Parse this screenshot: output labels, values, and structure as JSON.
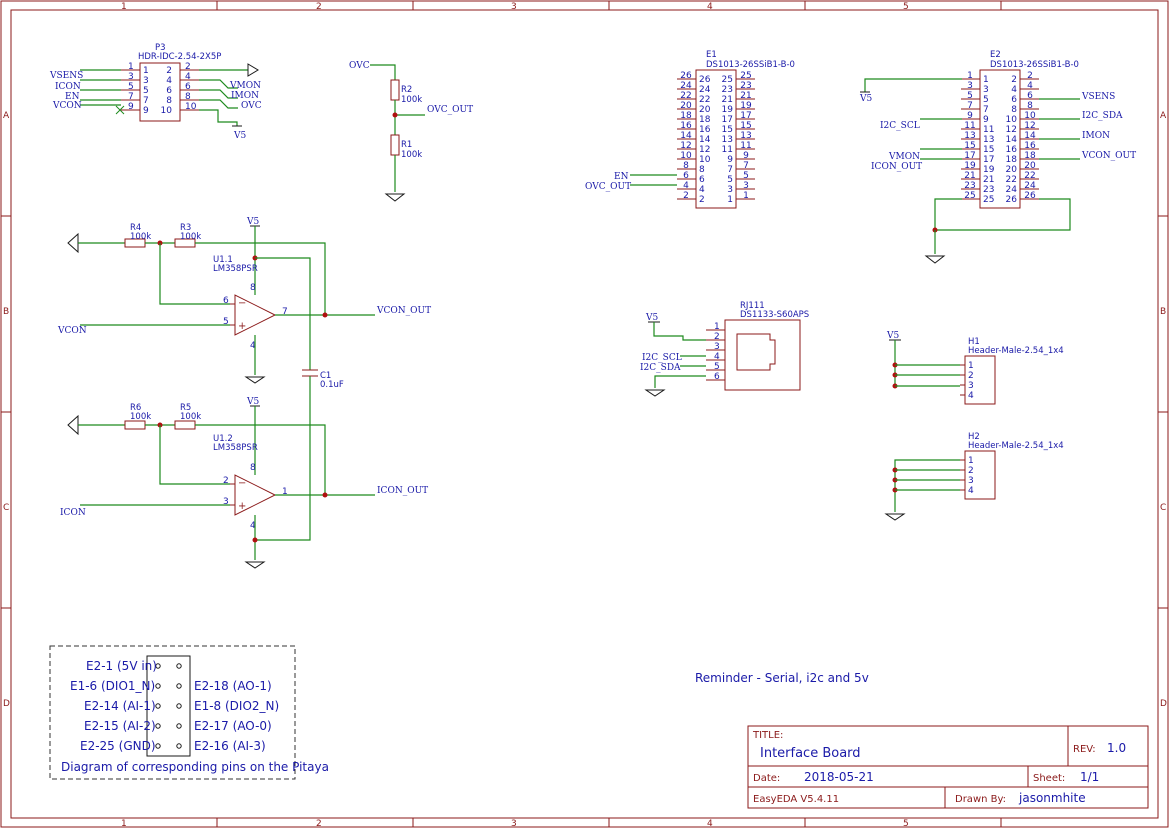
{
  "frame": {
    "columns": [
      "1",
      "2",
      "3",
      "4",
      "5"
    ],
    "rows": [
      "A",
      "B",
      "C",
      "D"
    ]
  },
  "title_block": {
    "title_caption": "TITLE:",
    "title": "Interface Board",
    "rev_caption": "REV:",
    "rev": "1.0",
    "date_caption": "Date:",
    "date": "2018-05-21",
    "sheet_caption": "Sheet:",
    "sheet": "1/1",
    "tool": "EasyEDA V5.4.11",
    "drawn_caption": "Drawn By:",
    "drawn_by": "jasonmhite"
  },
  "reminder": "Reminder - Serial, i2c and 5v",
  "p3": {
    "ref": "P3",
    "value": "HDR-IDC-2.54-2X5P",
    "left_pins": [
      "1",
      "3",
      "5",
      "7",
      "9"
    ],
    "right_pins": [
      "2",
      "4",
      "6",
      "8",
      "10"
    ],
    "left_nets": [
      "VSENS",
      "ICON",
      "EN",
      "VCON"
    ],
    "right_nets": [
      "VMON",
      "IMON",
      "OVC"
    ],
    "v5": "V5"
  },
  "divider": {
    "top_net": "OVC",
    "out_net": "OVC_OUT",
    "r2_ref": "R2",
    "r2_val": "100k",
    "r1_ref": "R1",
    "r1_val": "100k"
  },
  "e1": {
    "ref": "E1",
    "value": "DS1013-26SSiB1-B-0",
    "outer_left": [
      "26",
      "24",
      "22",
      "20",
      "18",
      "16",
      "14",
      "12",
      "10",
      "8",
      "6",
      "4",
      "2"
    ],
    "inner_left": [
      "26",
      "24",
      "22",
      "20",
      "18",
      "16",
      "14",
      "12",
      "10",
      "8",
      "6",
      "4",
      "2"
    ],
    "inner_right": [
      "25",
      "23",
      "21",
      "19",
      "17",
      "15",
      "13",
      "11",
      "9",
      "7",
      "5",
      "3",
      "1"
    ],
    "outer_right": [
      "25",
      "23",
      "21",
      "19",
      "17",
      "15",
      "13",
      "11",
      "9",
      "7",
      "5",
      "3",
      "1"
    ],
    "nets": [
      "EN",
      "OVC_OUT"
    ]
  },
  "e2": {
    "ref": "E2",
    "value": "DS1013-26SSiB1-B-0",
    "outer_left": [
      "1",
      "3",
      "5",
      "7",
      "9",
      "11",
      "13",
      "15",
      "17",
      "19",
      "21",
      "23",
      "25"
    ],
    "inner_left": [
      "1",
      "3",
      "5",
      "7",
      "9",
      "11",
      "13",
      "15",
      "17",
      "19",
      "21",
      "23",
      "25"
    ],
    "inner_right": [
      "2",
      "4",
      "6",
      "8",
      "10",
      "12",
      "14",
      "16",
      "18",
      "20",
      "22",
      "24",
      "26"
    ],
    "outer_right": [
      "2",
      "4",
      "6",
      "8",
      "10",
      "12",
      "14",
      "16",
      "18",
      "20",
      "22",
      "24",
      "26"
    ],
    "v5": "V5",
    "left_nets": [
      "I2C_SCL",
      "VMON",
      "ICON_OUT"
    ],
    "right_nets": [
      "VSENS",
      "I2C_SDA",
      "IMON",
      "VCON_OUT"
    ]
  },
  "amp1": {
    "r4_ref": "R4",
    "r4_val": "100k",
    "r3_ref": "R3",
    "r3_val": "100k",
    "v5": "V5",
    "ref": "U1.1",
    "value": "LM358PSR",
    "pins": [
      "6",
      "5",
      "7",
      "8",
      "4"
    ],
    "in_net": "VCON",
    "out_net": "VCON_OUT",
    "c1_ref": "C1",
    "c1_val": "0.1uF"
  },
  "amp2": {
    "r6_ref": "R6",
    "r6_val": "100k",
    "r5_ref": "R5",
    "r5_val": "100k",
    "v5": "V5",
    "ref": "U1.2",
    "value": "LM358PSR",
    "pins": [
      "2",
      "3",
      "1",
      "8",
      "4"
    ],
    "in_net": "ICON",
    "out_net": "ICON_OUT"
  },
  "rj": {
    "ref": "RJ111",
    "value": "DS1133-S60APS",
    "pins": [
      "1",
      "2",
      "3",
      "4",
      "5",
      "6"
    ],
    "v5": "V5",
    "nets": [
      "I2C_SCL",
      "I2C_SDA"
    ]
  },
  "h1": {
    "ref": "H1",
    "value": "Header-Male-2.54_1x4",
    "pins": [
      "1",
      "2",
      "3",
      "4"
    ],
    "v5": "V5"
  },
  "h2": {
    "ref": "H2",
    "value": "Header-Male-2.54_1x4",
    "pins": [
      "1",
      "2",
      "3",
      "4"
    ]
  },
  "pitaya": {
    "left": [
      "E2-1 (5V in)",
      "E1-6 (DIO1_N)",
      "E2-14 (AI-1)",
      "E2-15 (AI-2)",
      "E2-25 (GND)"
    ],
    "right": [
      "E2-18 (AO-1)",
      "E1-8 (DIO2_N)",
      "E2-17 (AO-0)",
      "E2-16 (AI-3)"
    ],
    "caption": "Diagram of corresponding pins on the Pitaya"
  },
  "colors": {
    "frame": "#8b1a1a",
    "wire": "#1d8a1d",
    "text": "#1a1aa8",
    "junction": "#b01010"
  }
}
